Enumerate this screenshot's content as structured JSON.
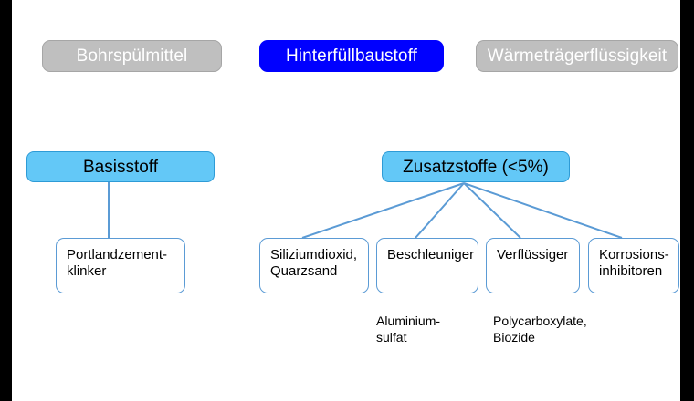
{
  "colors": {
    "frame": "#000000",
    "page_background": "#ffffff",
    "pill_inactive_fill": "#bfbfbf",
    "pill_inactive_border": "#a6a6a6",
    "pill_active_fill": "#0000ff",
    "pill_text": "#ffffff",
    "level2_fill": "#63c8f7",
    "level2_border": "#2e9bd6",
    "level3_fill": "#ffffff",
    "level3_border": "#5b9bd5",
    "connector": "#5b9bd5",
    "body_text": "#000000"
  },
  "categories": [
    {
      "label": "Bohrspülmittel",
      "state": "inactive"
    },
    {
      "label": "Hinterfüllbaustoff",
      "state": "active"
    },
    {
      "label": "Wärmeträgerflüssigkeit",
      "state": "inactive"
    }
  ],
  "tree": {
    "basisstoff": {
      "label": "Basisstoff",
      "children": [
        {
          "lines": [
            "Portlandzement-",
            "klinker"
          ]
        }
      ]
    },
    "zusatzstoffe": {
      "label": "Zusatzstoffe (<5%)",
      "children": [
        {
          "lines": [
            "Siliziumdioxid,",
            "Quarzsand"
          ]
        },
        {
          "lines": [
            "Beschleuniger",
            ""
          ]
        },
        {
          "lines": [
            "Verflüssiger",
            ""
          ]
        },
        {
          "lines": [
            "Korrosions-",
            "inhibitoren"
          ]
        }
      ]
    }
  },
  "notes": [
    {
      "lines": [
        "Aluminium-",
        "sulfat"
      ]
    },
    {
      "lines": [
        "Polycarboxylate,",
        "Biozide"
      ]
    }
  ]
}
